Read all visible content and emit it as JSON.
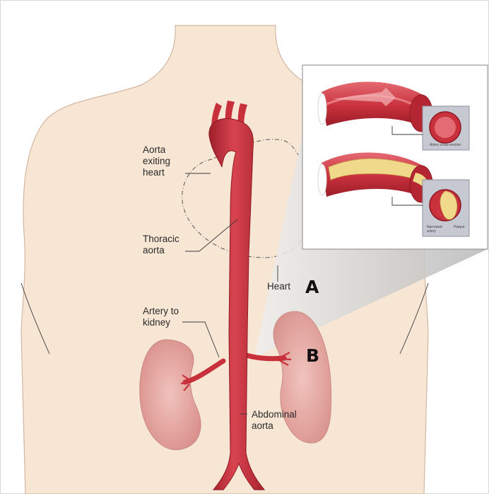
{
  "labels": {
    "aorta_exiting": [
      "Aorta",
      "exiting",
      "heart"
    ],
    "thoracic": [
      "Thoracic",
      "aorta"
    ],
    "heart": "Heart",
    "artery_kidney": [
      "Artery to",
      "kidney"
    ],
    "abdominal": [
      "Abdominal",
      "aorta"
    ]
  },
  "markers": {
    "a": "A",
    "b": "B"
  },
  "inset": {
    "normal_caption": "Artery cross-section",
    "narrowed_caption": [
      "Narrowed",
      "artery"
    ],
    "plaque_caption": "Plaque"
  },
  "colors": {
    "skin": "#f8e6d5",
    "skin_outline": "#d3b6a0",
    "aorta": "#c8313c",
    "aorta_dark": "#9e1f2a",
    "kidney": "#e4a5a0",
    "plaque": "#f0d98a",
    "inset_bg": "#ffffff",
    "inset_panel": "#c6c8d2"
  }
}
